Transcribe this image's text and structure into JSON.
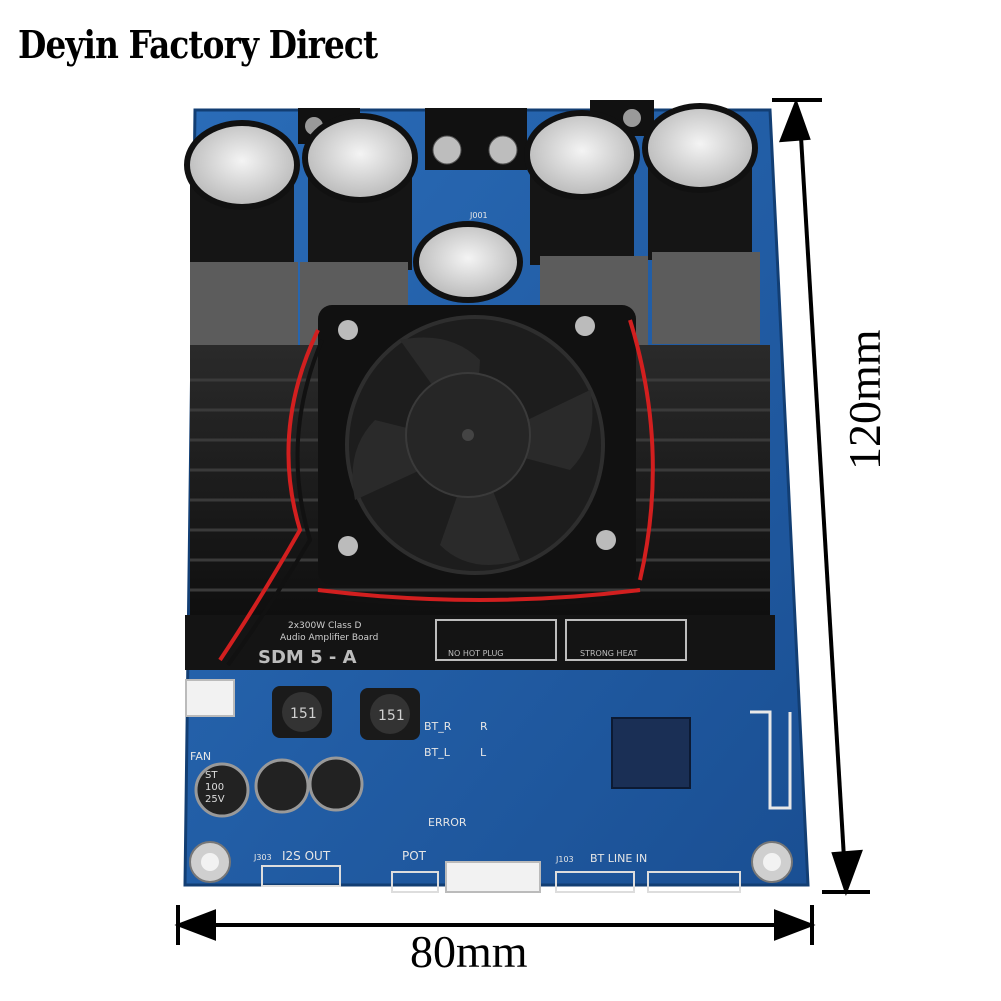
{
  "watermark": "Deyin Factory Direct",
  "dimensions": {
    "width_label": "80mm",
    "height_label": "120mm"
  },
  "board": {
    "model": "SDM 5 - A",
    "subtitle_line1": "2x300W Class D",
    "subtitle_line2": "Audio Amplifier Board",
    "warning_left": "NO HOT PLUG",
    "warning_right": "STRONG HEAT",
    "inductor_code": "151",
    "capacitor_marking": [
      "ST",
      "100",
      "25V"
    ],
    "silkscreen": {
      "fan": "FAN",
      "i2s_out": "I2S OUT",
      "pot": "POT",
      "error": "ERROR",
      "bt_line_in": "BT LINE IN",
      "bt_r": "BT_R",
      "bt_l": "BT_L",
      "r": "R",
      "l": "L",
      "j303": "J303",
      "j103": "J103",
      "j001": "J001"
    }
  },
  "colors": {
    "pcb": "#1f5ea8",
    "heatsink": "#1b1b1b",
    "fan": "#111111",
    "wire_red": "#d21f1f",
    "capacitor": "#151515"
  }
}
